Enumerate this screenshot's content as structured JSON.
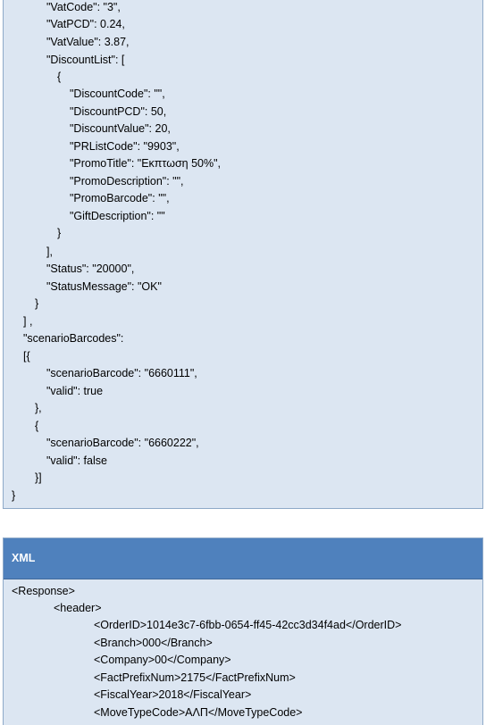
{
  "json_block": {
    "lines": [
      "\"VatCode\": \"3\",",
      "\"VatPCD\": 0.24,",
      "\"VatValue\": 3.87,",
      "\"DiscountList\": [",
      "{",
      "\"DiscountCode\": \"\",",
      "\"DiscountPCD\": 50,",
      "\"DiscountValue\": 20,",
      "\"PRListCode\": \"9903\",",
      "\"PromoTitle\": \"Εκπτωση 50%\",",
      "\"PromoDescription\": \"\",",
      "\"PromoBarcode\": \"\",",
      "\"GiftDescription\": \"\"",
      "}",
      "],",
      "\"Status\": \"20000\",",
      "\"StatusMessage\": \"OK\"",
      "}",
      "] ,",
      "\"scenarioBarcodes\":",
      "[{",
      "\"scenarioBarcode\": \"6660111\",",
      "\"valid\": true",
      "},",
      "{",
      "\"scenarioBarcode\": \"6660222\",",
      "\"valid\": false",
      "}]",
      "}"
    ]
  },
  "xml_block": {
    "title": "XML",
    "lines": [
      "<Response>",
      "<header>",
      "<OrderID>1014e3c7-6fbb-0654-ff45-42cc3d34f4ad</OrderID>",
      "<Branch>000</Branch>",
      "<Company>00</Company>",
      "<FactPrefixNum>2175</FactPrefixNum>",
      "<FiscalYear>2018</FiscalYear>",
      "<MoveTypeCode>ΑΛΠ</MoveTypeCode>"
    ]
  },
  "colors": {
    "panel_background": "#dce6f2",
    "panel_border": "#8ea9c8",
    "header_background": "#4f81bd",
    "header_text": "#ffffff"
  }
}
